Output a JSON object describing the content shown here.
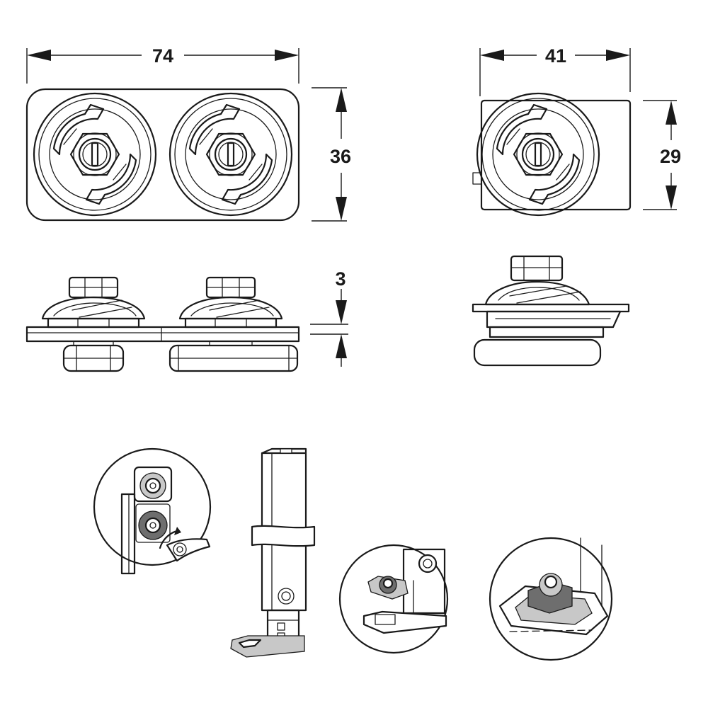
{
  "dimensions": {
    "width_double": "74",
    "height_double": "36",
    "width_single": "41",
    "height_single": "29",
    "plate_thickness": "3"
  },
  "colors": {
    "line": "#1a1a1a",
    "background": "#ffffff",
    "shade_light": "#c8c8c8",
    "shade_dark": "#6e6e6e"
  }
}
